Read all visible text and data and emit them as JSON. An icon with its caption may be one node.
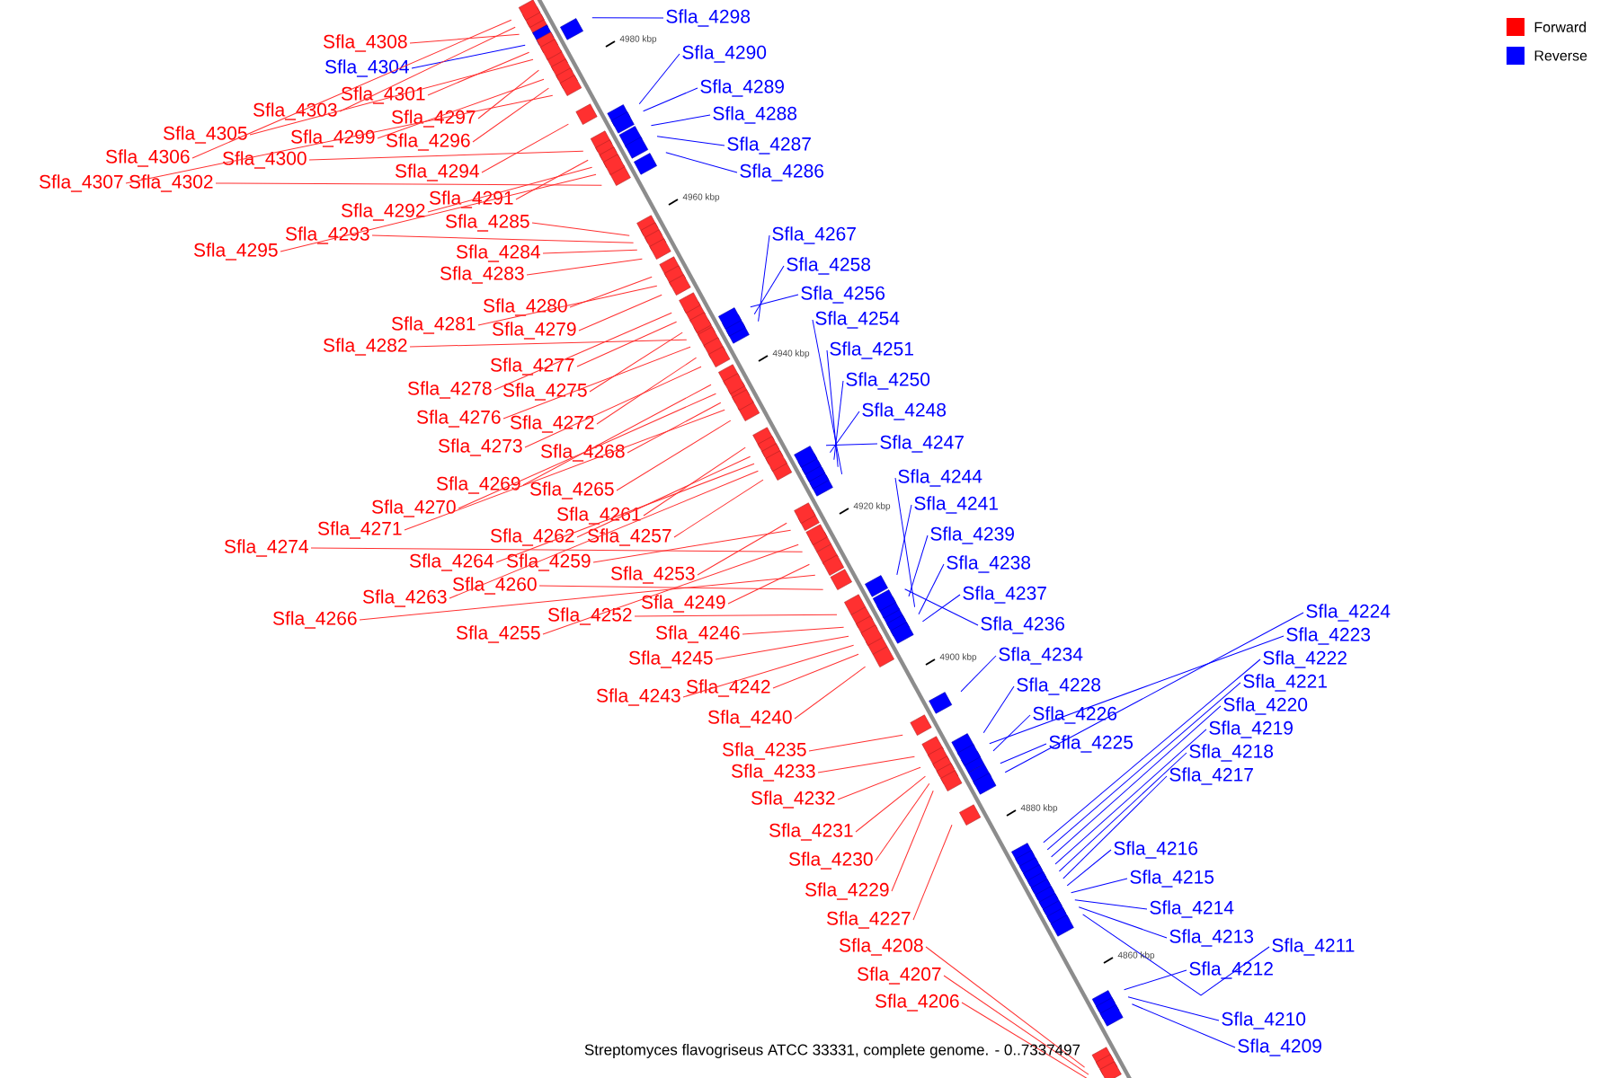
{
  "diagram": {
    "caption": "Streptomyces flavogriseus ATCC 33331, complete genome. - 0..7337497",
    "nodes": [
      {
        "text": [
          "Sfla_4308"
        ]
      },
      {
        "text": [
          "Sfla_4304"
        ]
      },
      {
        "text": [
          "Sfla_4301"
        ]
      },
      {
        "text": [
          "Sfla_4303"
        ]
      },
      {
        "text": [
          "Sfla_4297"
        ]
      },
      {
        "text": [
          "Sfla_4305"
        ]
      },
      {
        "text": [
          "Sfla_4299"
        ]
      },
      {
        "text": [
          "Sfla_4296"
        ]
      },
      {
        "text": [
          "Sfla_4306"
        ]
      },
      {
        "text": [
          "Sfla_4300"
        ]
      },
      {
        "text": [
          "Sfla_4307"
        ]
      },
      {
        "text": [
          "Sfla_4302"
        ]
      },
      {
        "text": [
          "Sfla_4294"
        ]
      },
      {
        "text": [
          "Sfla_4291"
        ]
      },
      {
        "text": [
          "Sfla_4292"
        ]
      },
      {
        "text": [
          "Sfla_4285"
        ]
      },
      {
        "text": [
          "Sfla_4293"
        ]
      },
      {
        "text": [
          "Sfla_4295"
        ]
      },
      {
        "text": [
          "Sfla_4284"
        ]
      },
      {
        "text": [
          "Sfla_4283"
        ]
      },
      {
        "text": [
          "Sfla_4280"
        ]
      },
      {
        "text": [
          "Sfla_4281"
        ]
      },
      {
        "text": [
          "Sfla_4279"
        ]
      },
      {
        "text": [
          "Sfla_4282"
        ]
      },
      {
        "text": [
          "Sfla_4277"
        ]
      },
      {
        "text": [
          "Sfla_4278"
        ]
      },
      {
        "text": [
          "Sfla_4275"
        ]
      },
      {
        "text": [
          "Sfla_4276"
        ]
      },
      {
        "text": [
          "Sfla_4272"
        ]
      },
      {
        "text": [
          "Sfla_4273"
        ]
      },
      {
        "text": [
          "Sfla_4268"
        ]
      },
      {
        "text": [
          "Sfla_4269"
        ]
      },
      {
        "text": [
          "Sfla_4265"
        ]
      },
      {
        "text": [
          "Sfla_4270"
        ]
      },
      {
        "text": [
          "Sfla_4261"
        ]
      },
      {
        "text": [
          "Sfla_4271"
        ]
      },
      {
        "text": [
          "Sfla_4274"
        ]
      },
      {
        "text": [
          "Sfla_4262"
        ]
      },
      {
        "text": [
          "Sfla_4257"
        ]
      },
      {
        "text": [
          "Sfla_4264"
        ]
      },
      {
        "text": [
          "Sfla_4259"
        ]
      },
      {
        "text": [
          "Sfla_4260"
        ]
      },
      {
        "text": [
          "Sfla_4253"
        ]
      },
      {
        "text": [
          "Sfla_4263"
        ]
      },
      {
        "text": [
          "Sfla_4249"
        ]
      },
      {
        "text": [
          "Sfla_4252"
        ]
      },
      {
        "text": [
          "Sfla_4266"
        ]
      },
      {
        "text": [
          "Sfla_4255"
        ]
      },
      {
        "text": [
          "Sfla_4246"
        ]
      },
      {
        "text": [
          "Sfla_4245"
        ]
      },
      {
        "text": [
          "Sfla_4242"
        ]
      },
      {
        "text": [
          "Sfla_4243"
        ]
      },
      {
        "text": [
          "Sfla_4240"
        ]
      },
      {
        "text": [
          "Sfla_4235"
        ]
      },
      {
        "text": [
          "Sfla_4233"
        ]
      },
      {
        "text": [
          "Sfla_4232"
        ]
      },
      {
        "text": [
          "Sfla_4231"
        ]
      },
      {
        "text": [
          "Sfla_4230"
        ]
      },
      {
        "text": [
          "Sfla_4229"
        ]
      },
      {
        "text": [
          "Sfla_4227"
        ]
      },
      {
        "text": [
          "Sfla_4208"
        ]
      },
      {
        "text": [
          "Sfla_4207"
        ]
      },
      {
        "text": [
          "Sfla_4206"
        ]
      },
      {
        "text": [
          "Sfla_4298"
        ]
      },
      {
        "text": [
          "Sfla_4290"
        ]
      },
      {
        "text": [
          "Sfla_4289"
        ]
      },
      {
        "text": [
          "Sfla_4288"
        ]
      },
      {
        "text": [
          "Sfla_4287"
        ]
      },
      {
        "text": [
          "Sfla_4286"
        ]
      },
      {
        "text": [
          "Sfla_4267"
        ]
      },
      {
        "text": [
          "Sfla_4258"
        ]
      },
      {
        "text": [
          "Sfla_4256"
        ]
      },
      {
        "text": [
          "Sfla_4254"
        ]
      },
      {
        "text": [
          "Sfla_4251"
        ]
      },
      {
        "text": [
          "Sfla_4250"
        ]
      },
      {
        "text": [
          "Sfla_4248"
        ]
      },
      {
        "text": [
          "Sfla_4247"
        ]
      },
      {
        "text": [
          "Sfla_4244"
        ]
      },
      {
        "text": [
          "Sfla_4241"
        ]
      },
      {
        "text": [
          "Sfla_4239"
        ]
      },
      {
        "text": [
          "Sfla_4238"
        ]
      },
      {
        "text": [
          "Sfla_4237"
        ]
      },
      {
        "text": [
          "Sfla_4236"
        ]
      },
      {
        "text": [
          "Sfla_4234"
        ]
      },
      {
        "text": [
          "Sfla_4228"
        ]
      },
      {
        "text": [
          "Sfla_4226"
        ]
      },
      {
        "text": [
          "Sfla_4225"
        ]
      },
      {
        "text": [
          "Sfla_4224"
        ]
      },
      {
        "text": [
          "Sfla_4223"
        ]
      },
      {
        "text": [
          "Sfla_4222"
        ]
      },
      {
        "text": [
          "Sfla_4221"
        ]
      },
      {
        "text": [
          "Sfla_4220"
        ]
      },
      {
        "text": [
          "Sfla_4219"
        ]
      },
      {
        "text": [
          "Sfla_4218"
        ]
      },
      {
        "text": [
          "Sfla_4217"
        ]
      },
      {
        "text": [
          "Sfla_4216"
        ]
      },
      {
        "text": [
          "Sfla_4215"
        ]
      },
      {
        "text": [
          "Sfla_4214"
        ]
      },
      {
        "text": [
          "Sfla_4213"
        ]
      },
      {
        "text": [
          "Sfla_4212"
        ]
      },
      {
        "text": [
          "Sfla_4211"
        ]
      },
      {
        "text": [
          "Sfla_4210"
        ]
      },
      {
        "text": [
          "Sfla_4209"
        ]
      }
    ],
    "edges": [
      {
        "from": 0,
        "to": null,
        "arrow": "none"
      },
      {
        "from": 1,
        "to": null,
        "arrow": "none",
        "color": "#0000ff"
      },
      {
        "from": 2,
        "to": null,
        "arrow": "none"
      },
      {
        "from": 3,
        "to": null,
        "arrow": "none"
      },
      {
        "from": 4,
        "to": null,
        "arrow": "none"
      },
      {
        "from": 5,
        "to": null,
        "arrow": "none"
      },
      {
        "from": 6,
        "to": null,
        "arrow": "none"
      },
      {
        "from": 7,
        "to": null,
        "arrow": "none"
      },
      {
        "from": 8,
        "to": null,
        "arrow": "none"
      },
      {
        "from": 9,
        "to": null,
        "arrow": "none"
      },
      {
        "from": 10,
        "to": null,
        "arrow": "none"
      },
      {
        "from": 11,
        "to": null,
        "arrow": "none"
      },
      {
        "from": 12,
        "to": null,
        "arrow": "none"
      },
      {
        "from": 13,
        "to": null,
        "arrow": "none"
      },
      {
        "from": 14,
        "to": null,
        "arrow": "none"
      },
      {
        "from": 15,
        "to": null,
        "arrow": "none"
      },
      {
        "from": 16,
        "to": null,
        "arrow": "none"
      },
      {
        "from": 17,
        "to": null,
        "arrow": "none"
      },
      {
        "from": 18,
        "to": null,
        "arrow": "none"
      },
      {
        "from": 19,
        "to": null,
        "arrow": "none"
      },
      {
        "from": 20,
        "to": null,
        "arrow": "none"
      },
      {
        "from": 21,
        "to": null,
        "arrow": "none"
      },
      {
        "from": 22,
        "to": null,
        "arrow": "none"
      },
      {
        "from": 23,
        "to": null,
        "arrow": "none"
      },
      {
        "from": 24,
        "to": null,
        "arrow": "none"
      },
      {
        "from": 25,
        "to": null,
        "arrow": "none"
      },
      {
        "from": 26,
        "to": null,
        "arrow": "none"
      },
      {
        "from": 27,
        "to": null,
        "arrow": "none"
      },
      {
        "from": 28,
        "to": null,
        "arrow": "none"
      },
      {
        "from": 29,
        "to": null,
        "arrow": "none"
      },
      {
        "from": 30,
        "to": null,
        "arrow": "none"
      },
      {
        "from": 31,
        "to": null,
        "arrow": "none"
      },
      {
        "from": 32,
        "to": null,
        "arrow": "none"
      },
      {
        "from": 33,
        "to": null,
        "arrow": "none"
      },
      {
        "from": 34,
        "to": null,
        "arrow": "none"
      },
      {
        "from": 35,
        "to": null,
        "arrow": "none"
      },
      {
        "from": 36,
        "to": null,
        "arrow": "none"
      },
      {
        "from": 37,
        "to": null,
        "arrow": "none"
      },
      {
        "from": 38,
        "to": null,
        "arrow": "none"
      },
      {
        "from": 39,
        "to": null,
        "arrow": "none"
      },
      {
        "from": 40,
        "to": null,
        "arrow": "none"
      },
      {
        "from": 41,
        "to": null,
        "arrow": "none"
      },
      {
        "from": 42,
        "to": null,
        "arrow": "none"
      },
      {
        "from": 43,
        "to": null,
        "arrow": "none"
      },
      {
        "from": 44,
        "to": null,
        "arrow": "none"
      },
      {
        "from": 45,
        "to": null,
        "arrow": "none"
      },
      {
        "from": 46,
        "to": null,
        "arrow": "none"
      },
      {
        "from": 47,
        "to": null,
        "arrow": "none"
      },
      {
        "from": 48,
        "to": null,
        "arrow": "none"
      },
      {
        "from": 49,
        "to": null,
        "arrow": "none"
      },
      {
        "from": 50,
        "to": null,
        "arrow": "none"
      },
      {
        "from": 51,
        "to": null,
        "arrow": "none"
      },
      {
        "from": 52,
        "to": null,
        "arrow": "none"
      },
      {
        "from": 53,
        "to": null,
        "arrow": "none"
      },
      {
        "from": 54,
        "to": null,
        "arrow": "none"
      },
      {
        "from": 55,
        "to": null,
        "arrow": "none"
      },
      {
        "from": 56,
        "to": null,
        "arrow": "none"
      },
      {
        "from": 57,
        "to": null,
        "arrow": "none"
      },
      {
        "from": 58,
        "to": null,
        "arrow": "none"
      },
      {
        "from": 59,
        "to": null,
        "arrow": "none"
      },
      {
        "from": 60,
        "to": null,
        "arrow": "none"
      },
      {
        "from": 61,
        "to": null,
        "arrow": "none"
      },
      {
        "from": 62,
        "to": null,
        "arrow": "none"
      },
      {
        "from": 63,
        "to": null,
        "arrow": "none",
        "color": "#0000ff"
      },
      {
        "from": 102,
        "to": null,
        "arrow": "none",
        "color": "#0000ff"
      },
      {
        "from": 64,
        "to": null,
        "arrow": "none",
        "color": "#0000ff"
      },
      {
        "from": 65,
        "to": null,
        "arrow": "none",
        "color": "#0000ff"
      },
      {
        "from": 66,
        "to": null,
        "arrow": "none",
        "color": "#0000ff"
      },
      {
        "from": 67,
        "to": null,
        "arrow": "none",
        "color": "#0000ff"
      },
      {
        "from": 68,
        "to": null,
        "arrow": "none",
        "color": "#0000ff"
      },
      {
        "from": 69,
        "to": null,
        "arrow": "none",
        "color": "#0000ff"
      },
      {
        "from": 70,
        "to": null,
        "arrow": "none",
        "color": "#0000ff"
      },
      {
        "from": 71,
        "to": null,
        "arrow": "none",
        "color": "#0000ff"
      },
      {
        "from": 72,
        "to": null,
        "arrow": "none",
        "color": "#0000ff"
      },
      {
        "from": 73,
        "to": null,
        "arrow": "none",
        "color": "#0000ff"
      },
      {
        "from": 74,
        "to": null,
        "arrow": "none",
        "color": "#0000ff"
      },
      {
        "from": 75,
        "to": null,
        "arrow": "none",
        "color": "#0000ff"
      },
      {
        "from": 76,
        "to": null,
        "arrow": "none",
        "color": "#0000ff"
      },
      {
        "from": 77,
        "to": null,
        "arrow": "none",
        "color": "#0000ff"
      },
      {
        "from": 78,
        "to": null,
        "arrow": "none",
        "color": "#0000ff"
      },
      {
        "from": 79,
        "to": null,
        "arrow": "none",
        "color": "#0000ff"
      },
      {
        "from": 80,
        "to": null,
        "arrow": "none",
        "color": "#0000ff"
      },
      {
        "from": 81,
        "to": null,
        "arrow": "none",
        "color": "#0000ff"
      },
      {
        "from": 82,
        "to": null,
        "arrow": "none",
        "color": "#0000ff"
      },
      {
        "from": 83,
        "to": null,
        "arrow": "none",
        "color": "#0000ff"
      },
      {
        "from": 84,
        "to": null,
        "arrow": "none",
        "color": "#0000ff"
      },
      {
        "from": 85,
        "to": null,
        "arrow": "none",
        "color": "#0000ff"
      },
      {
        "from": 86,
        "to": null,
        "arrow": "none",
        "color": "#0000ff"
      },
      {
        "from": 87,
        "to": null,
        "arrow": "none",
        "color": "#0000ff"
      },
      {
        "from": 88,
        "to": null,
        "arrow": "none",
        "color": "#0000ff"
      },
      {
        "from": 89,
        "to": null,
        "arrow": "none",
        "color": "#0000ff"
      },
      {
        "from": 90,
        "to": null,
        "arrow": "none",
        "color": "#0000ff"
      },
      {
        "from": 91,
        "to": null,
        "arrow": "none",
        "color": "#0000ff"
      },
      {
        "from": 92,
        "to": null,
        "arrow": "none",
        "color": "#0000ff"
      },
      {
        "from": 93,
        "to": null,
        "arrow": "none",
        "color": "#0000ff"
      },
      {
        "from": 94,
        "to": null,
        "arrow": "none",
        "color": "#0000ff"
      },
      {
        "from": 95,
        "to": null,
        "arrow": "none",
        "color": "#0000ff"
      },
      {
        "from": 96,
        "to": null,
        "arrow": "none",
        "color": "#0000ff"
      },
      {
        "from": 97,
        "to": null,
        "arrow": "none",
        "color": "#0000ff"
      },
      {
        "from": 98,
        "to": null,
        "arrow": "none",
        "color": "#0000ff"
      },
      {
        "from": 99,
        "to": null,
        "arrow": "none",
        "color": "#0000ff"
      },
      {
        "from": 100,
        "to": null,
        "arrow": "none",
        "color": "#0000ff"
      },
      {
        "from": 101,
        "to": null,
        "arrow": "none",
        "color": "#0000ff"
      }
    ],
    "labels": [
      "4980 kbp",
      "4960 kbp",
      "4940 kbp",
      "4920 kbp",
      "4900 kbp",
      "4880 kbp",
      "4860 kbp"
    ],
    "legend": [
      {
        "text": "Forward",
        "color": "#ff0000"
      },
      {
        "text": "Reverse",
        "color": "#0000ff"
      }
    ]
  }
}
